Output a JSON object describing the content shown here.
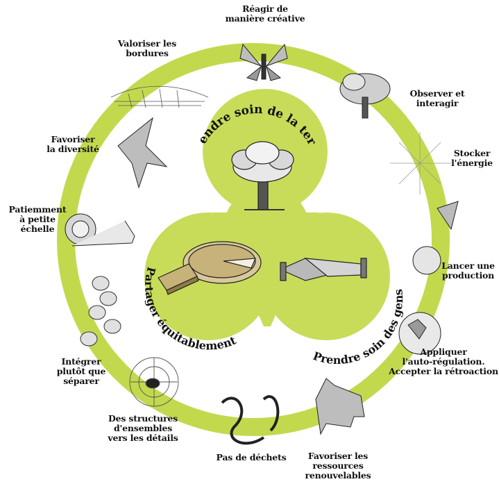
{
  "colors": {
    "ring": "#c2d94e",
    "ring_stroke": "#b4cc3f",
    "center_lobes": "#c8dc5a",
    "ink": "#111111",
    "background": "#ffffff"
  },
  "ethics": {
    "earth": "Prendre soin de la terre",
    "share": "Partager équitablement",
    "people": "Prendre soin des gens"
  },
  "principles": [
    {
      "id": "observe",
      "text": "Observer et\ninteragir",
      "icon": "oak-tree-icon"
    },
    {
      "id": "energy",
      "text": "Stocker\nl'énergie",
      "icon": "sun-rays-icon"
    },
    {
      "id": "yield",
      "text": "Lancer une\nproduction",
      "icon": "beetroot-icon"
    },
    {
      "id": "feedback",
      "text": "Appliquer\nl'auto-régulation.\nAccepter la rétroaction",
      "icon": "earth-globe-icon"
    },
    {
      "id": "renewable",
      "text": "Favoriser les\nressources\nrenouvelables",
      "icon": "horse-icon"
    },
    {
      "id": "waste",
      "text": "Pas de déchets",
      "icon": "earthworm-icon"
    },
    {
      "id": "patterns",
      "text": "Des structures\nd'ensembles\nvers les détails",
      "icon": "spider-web-icon"
    },
    {
      "id": "integrate",
      "text": "Intégrer\nplutôt que\nséparer",
      "icon": "cells-icon"
    },
    {
      "id": "small",
      "text": "Patiemment\nà petite\néchelle",
      "icon": "snail-icon"
    },
    {
      "id": "diversity",
      "text": "Favoriser\nla diversité",
      "icon": "swallow-bird-icon"
    },
    {
      "id": "edges",
      "text": "Valoriser les\nbordures",
      "icon": "field-landscape-icon"
    },
    {
      "id": "creative",
      "text": "Réagir de\nmanière créative",
      "icon": "butterfly-icon"
    }
  ]
}
